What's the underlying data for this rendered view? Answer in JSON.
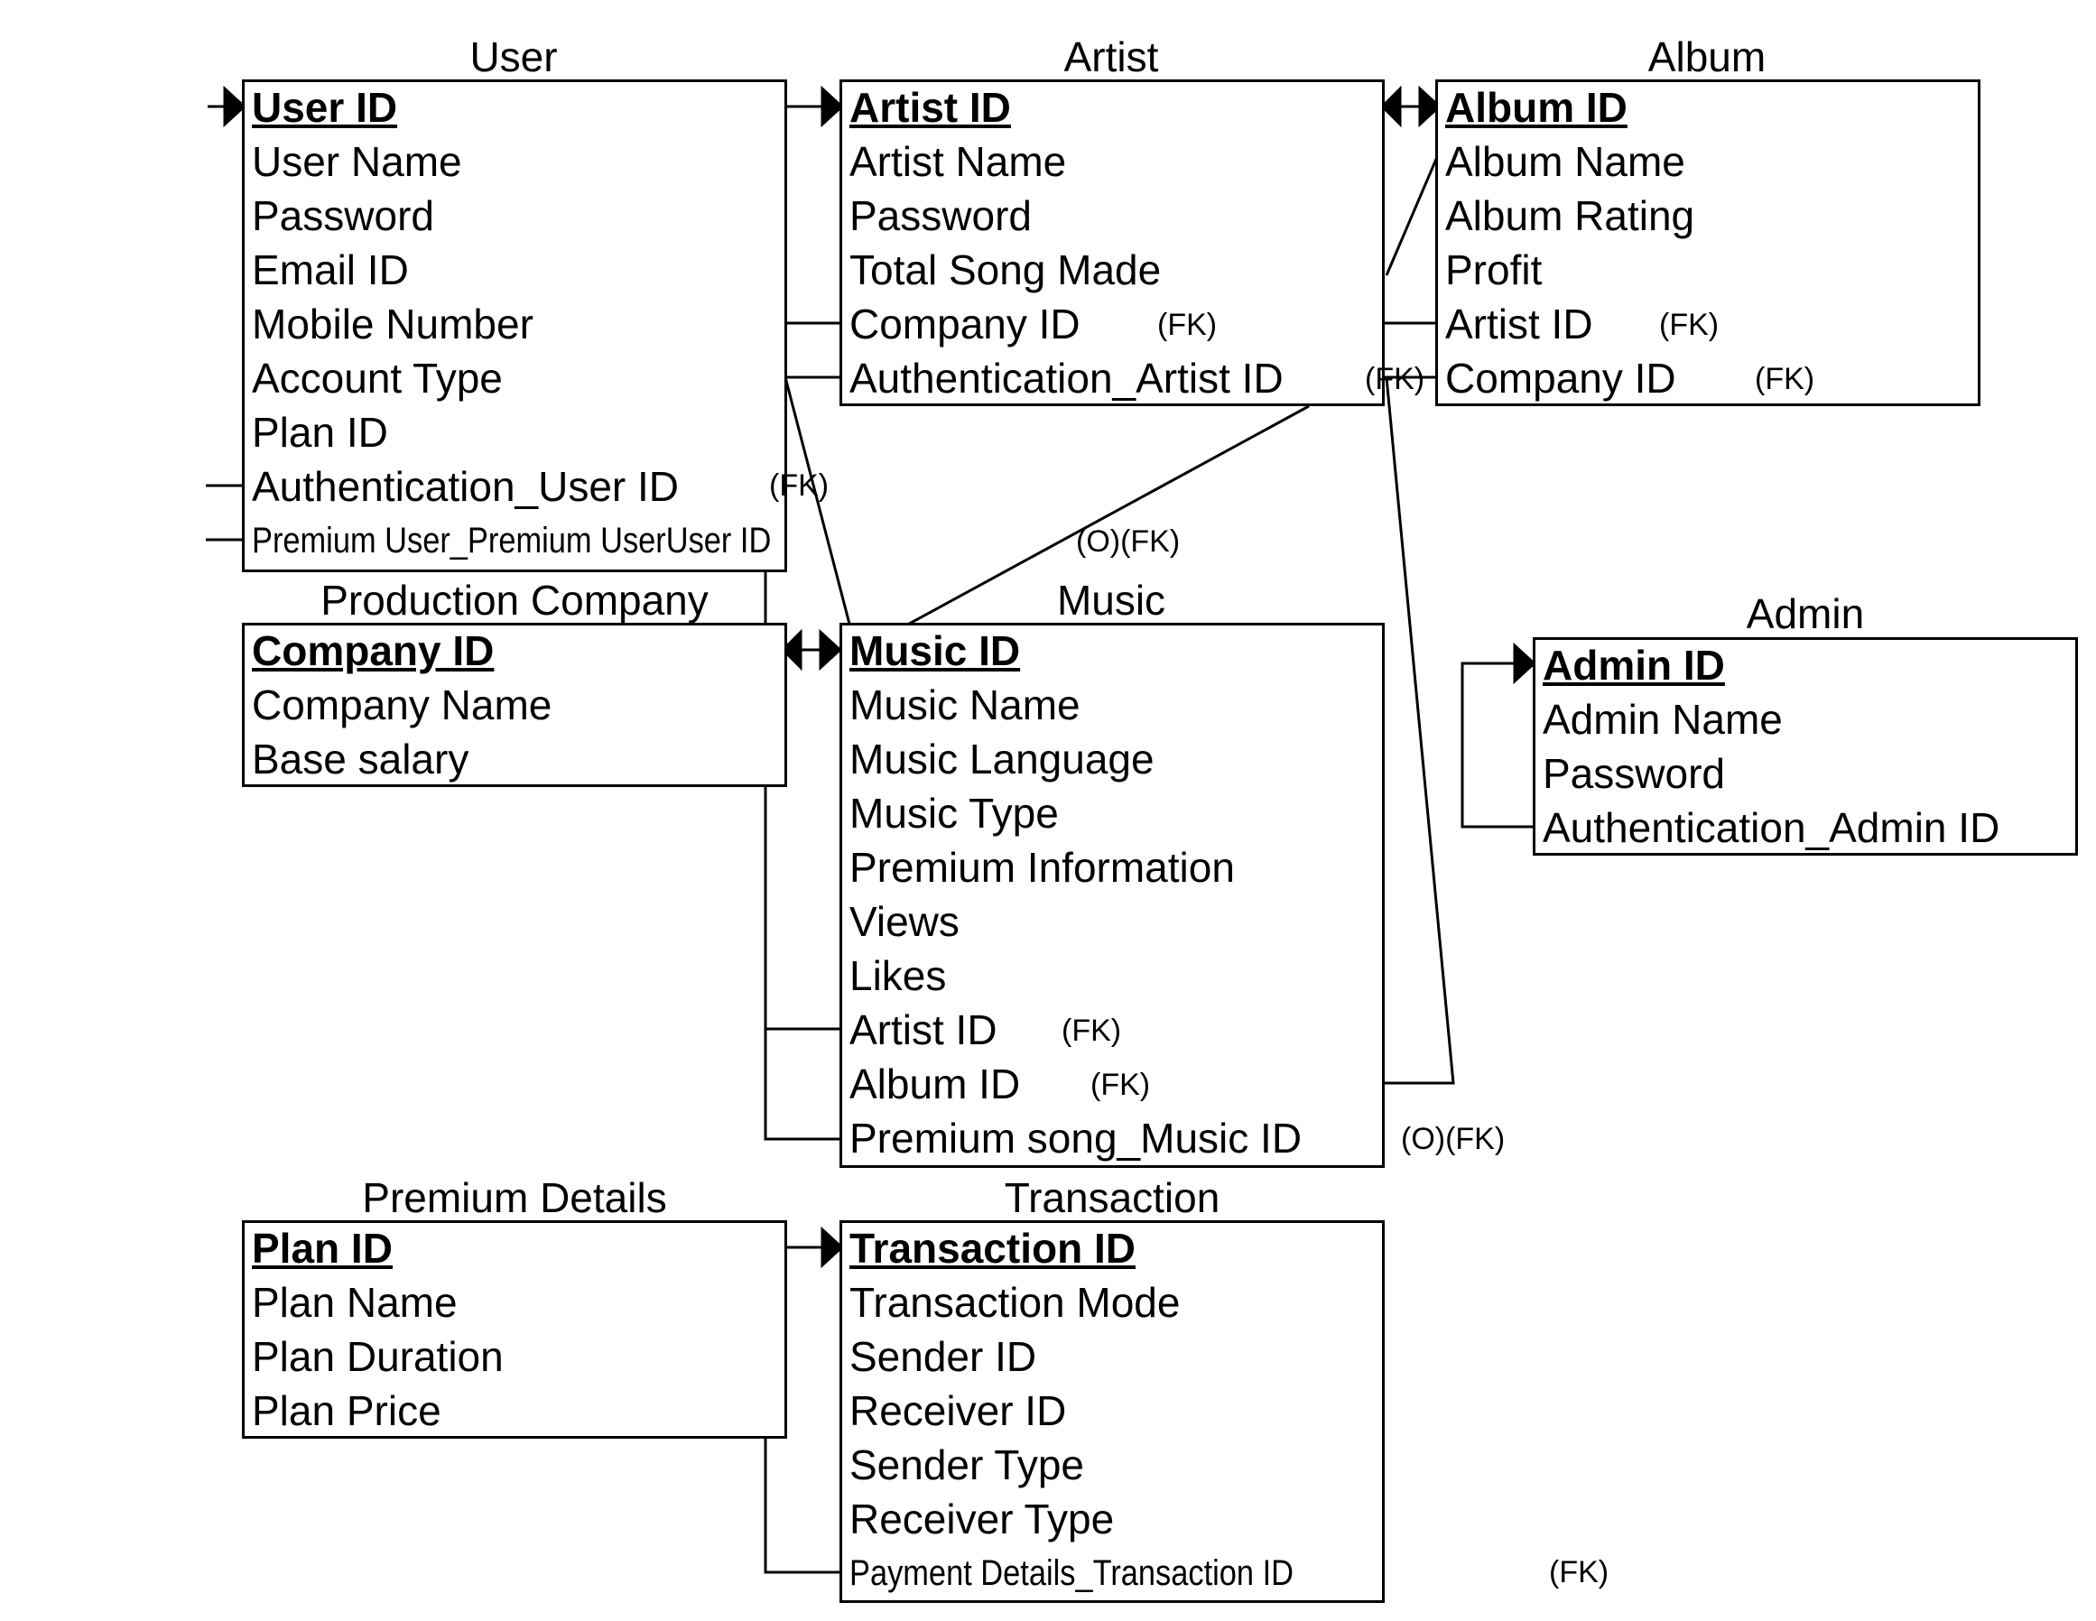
{
  "entities": {
    "user": {
      "title": "User",
      "attributes": [
        "User ID",
        "User Name",
        "Password",
        "Email ID",
        "Mobile Number",
        "Account Type",
        "Plan ID",
        "Authentication_User ID",
        "Premium User_Premium UserUser ID"
      ]
    },
    "artist": {
      "title": "Artist",
      "attributes": [
        "Artist ID",
        "Artist Name",
        "Password",
        "Total Song Made",
        "Company ID",
        "Authentication_Artist ID"
      ]
    },
    "album": {
      "title": "Album",
      "attributes": [
        "Album ID",
        "Album Name",
        "Album Rating",
        "Profit",
        "Artist ID",
        "Company ID"
      ]
    },
    "production_company": {
      "title": "Production Company",
      "attributes": [
        "Company ID",
        "Company Name",
        "Base salary"
      ]
    },
    "music": {
      "title": "Music",
      "attributes": [
        "Music ID",
        "Music Name",
        "Music Language",
        "Music Type",
        "Premium Information",
        "Views",
        "Likes",
        "Artist ID",
        "Album ID",
        "Premium song_Music ID"
      ]
    },
    "admin": {
      "title": "Admin",
      "attributes": [
        "Admin ID",
        "Admin Name",
        "Password",
        "Authentication_Admin ID"
      ]
    },
    "premium_details": {
      "title": "Premium Details",
      "attributes": [
        "Plan ID",
        "Plan Name",
        "Plan Duration",
        "Plan Price"
      ]
    },
    "transaction": {
      "title": "Transaction",
      "attributes": [
        "Transaction ID",
        "Transaction Mode",
        "Sender ID",
        "Receiver ID",
        "Sender Type",
        "Receiver Type",
        "Payment Details_Transaction ID"
      ]
    }
  },
  "fk_labels": {
    "user_auth": "(FK)",
    "artist_company": "(FK)",
    "artist_auth": "(FK)",
    "album_artist": "(FK)",
    "album_company": "(FK)",
    "optional_fk": "(O)(FK)",
    "music_artist": "(FK)",
    "music_album": "(FK)",
    "music_premium": "(O)(FK)",
    "transaction_payment": "(FK)"
  }
}
